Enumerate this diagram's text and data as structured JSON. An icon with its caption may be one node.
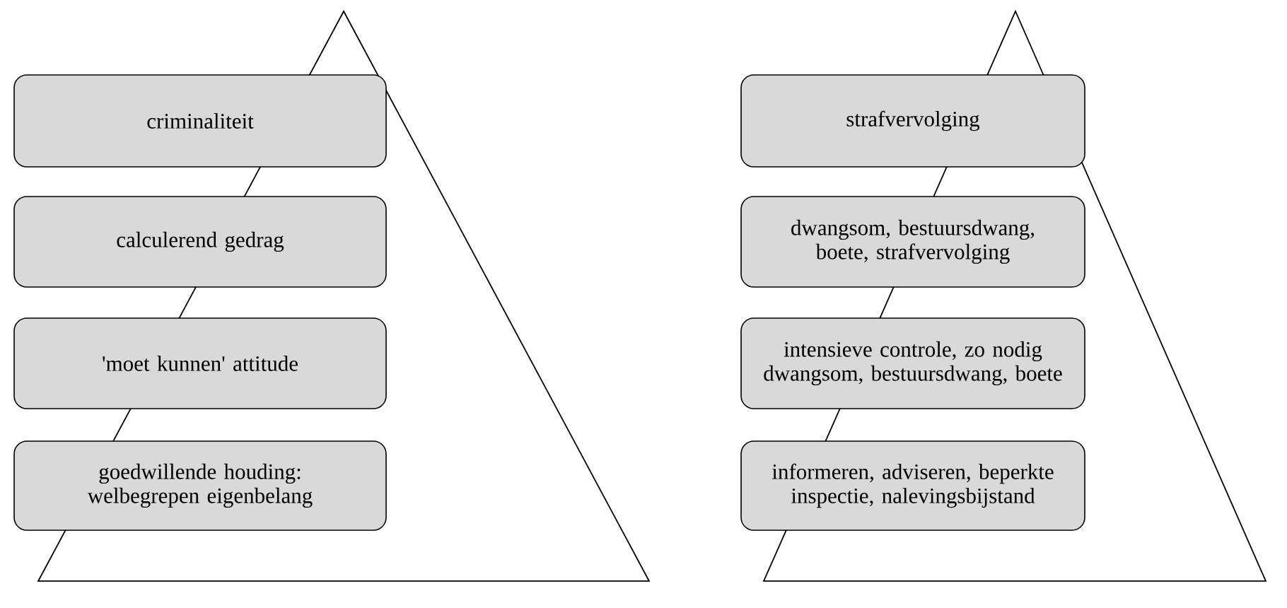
{
  "diagram": {
    "nodes": [
      {
        "text": [
          "criminaliteit"
        ]
      },
      {
        "text": [
          "calculerend gedrag"
        ]
      },
      {
        "text": [
          "'moet kunnen' attitude"
        ]
      },
      {
        "text": [
          "goedwillende houding: welbegrepen eigenbelang"
        ]
      },
      {
        "text": [
          "strafvervolging"
        ]
      },
      {
        "text": [
          "dwangsom, bestuursdwang, boete, strafvervolging"
        ]
      },
      {
        "text": [
          "intensieve controle, zo nodig dwangsom, bestuursdwang, boete"
        ]
      },
      {
        "text": [
          "informeren, adviseren, beperkte inspectie, nalevingsbijstand"
        ]
      }
    ]
  }
}
